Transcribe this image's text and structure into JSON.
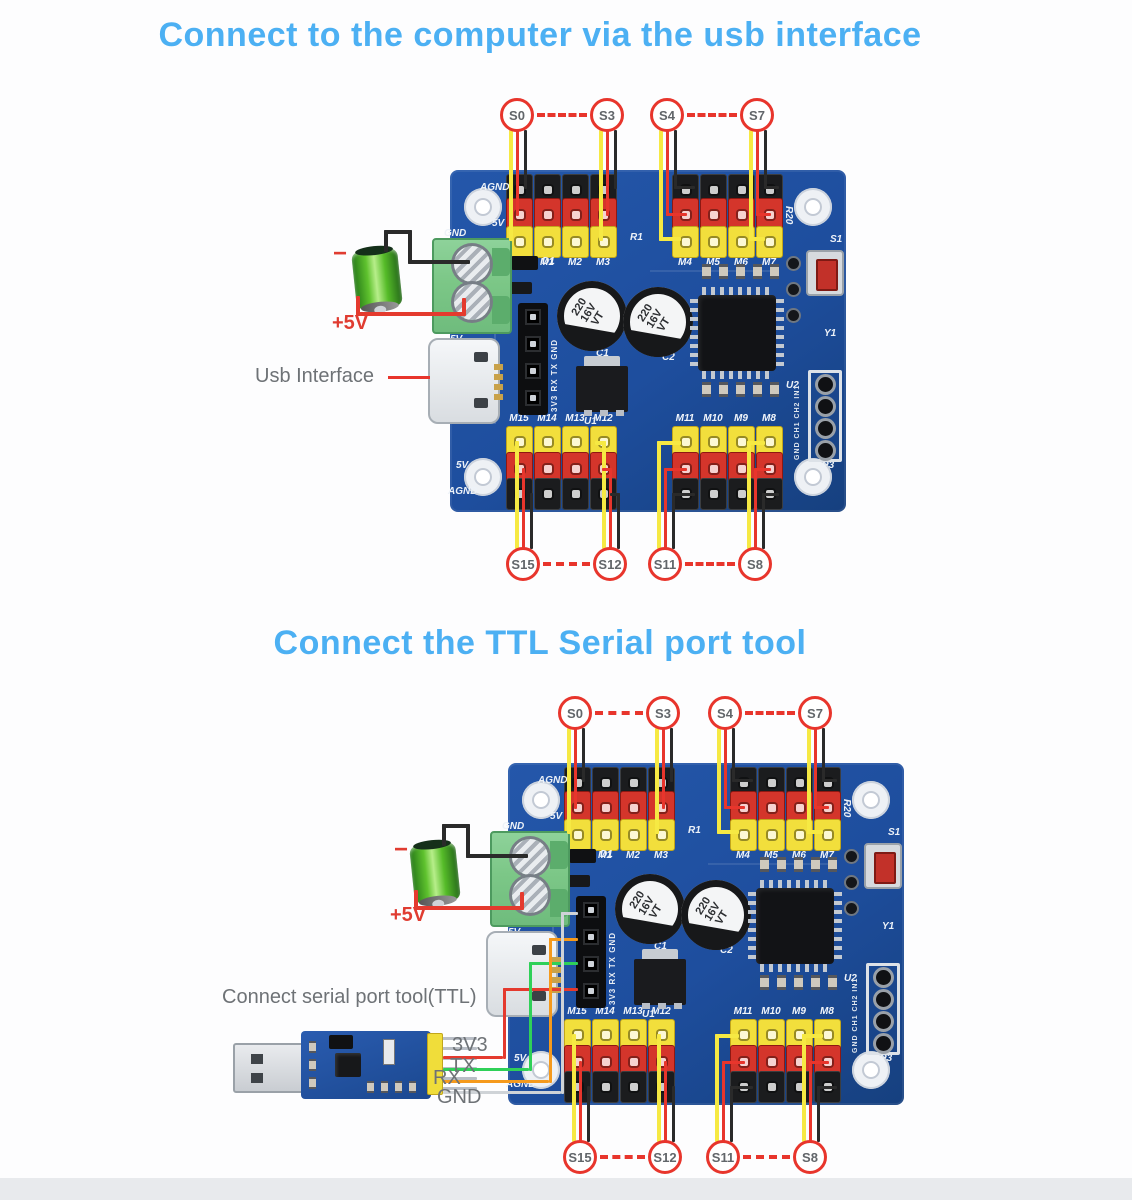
{
  "titles": {
    "usb": "Connect to the computer via the usb interface",
    "ttl": "Connect the  TTL Serial port tool"
  },
  "labels": {
    "usb_interface": "Usb Interface",
    "ttl_tool": "Connect serial port tool(TTL)",
    "minus": "−",
    "plus5v": "+5V"
  },
  "ttl_pins": [
    "3V3",
    "TX",
    "RX",
    "GND"
  ],
  "servo_top": [
    "S0",
    "S3",
    "S4",
    "S7"
  ],
  "servo_bottom": [
    "S15",
    "S12",
    "S11",
    "S8"
  ],
  "board_silk": {
    "agnd": "AGND",
    "v5": "5V",
    "gnd": "GND",
    "ch_top_left": [
      "M0",
      "M1",
      "M2",
      "M3"
    ],
    "ch_top_right": [
      "M4",
      "M5",
      "M6",
      "M7"
    ],
    "ch_bottom_left": [
      "M15",
      "M14",
      "M13",
      "M12"
    ],
    "ch_bottom_right": [
      "M11",
      "M10",
      "M9",
      "M8"
    ],
    "cap_lines": [
      "220",
      "16V",
      "VT"
    ],
    "usb_header": "3V3 RX TX GND",
    "p3_header": "GND CH1 CH2 IN1",
    "refs": {
      "u1": "U1",
      "u2": "U2",
      "c1": "C1",
      "c2": "C2",
      "d1": "D1",
      "r1": "R1",
      "r20": "R20",
      "s1": "S1",
      "y1": "Y1",
      "p3": "P3"
    }
  },
  "colors": {
    "title": "#4cb0f3",
    "board": "#1e4e9e",
    "annotation_red": "#e8352c",
    "wire_yellow": "#f6e943",
    "wire_black": "#2a2a2a",
    "wire_red_3v3": "#e43a2e",
    "wire_green_tx": "#2fd058",
    "wire_orange_rx": "#f59a1d",
    "wire_gray_gnd": "#cfd3d7",
    "battery_plus_red": "#e03c31",
    "label_gray": "#6e7276",
    "pin_red": "#d4352b",
    "pin_yellow": "#f2df3c",
    "terminal_green": "#7cc787"
  }
}
